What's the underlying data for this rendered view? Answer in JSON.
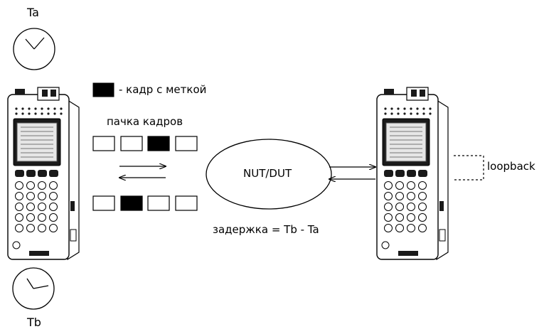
{
  "labels": {
    "ta": "Ta",
    "tb": "Tb",
    "legend_marked_frame": "- кадр с меткой",
    "frame_burst": "пачка кадров",
    "nut_dut": "NUT/DUT",
    "loopback": "loopback",
    "delay_formula": "задержка = Tb - Ta"
  },
  "frames": {
    "top_row": [
      false,
      false,
      true,
      false
    ],
    "bottom_row": [
      false,
      true,
      false,
      false
    ]
  },
  "colors": {
    "line": "#000000",
    "device_body": "#ffffff",
    "device_dark": "#1a1a1a",
    "marked_frame": "#000000"
  },
  "icons": [
    "clock-icon",
    "tester-device-icon",
    "arrow-icon"
  ]
}
